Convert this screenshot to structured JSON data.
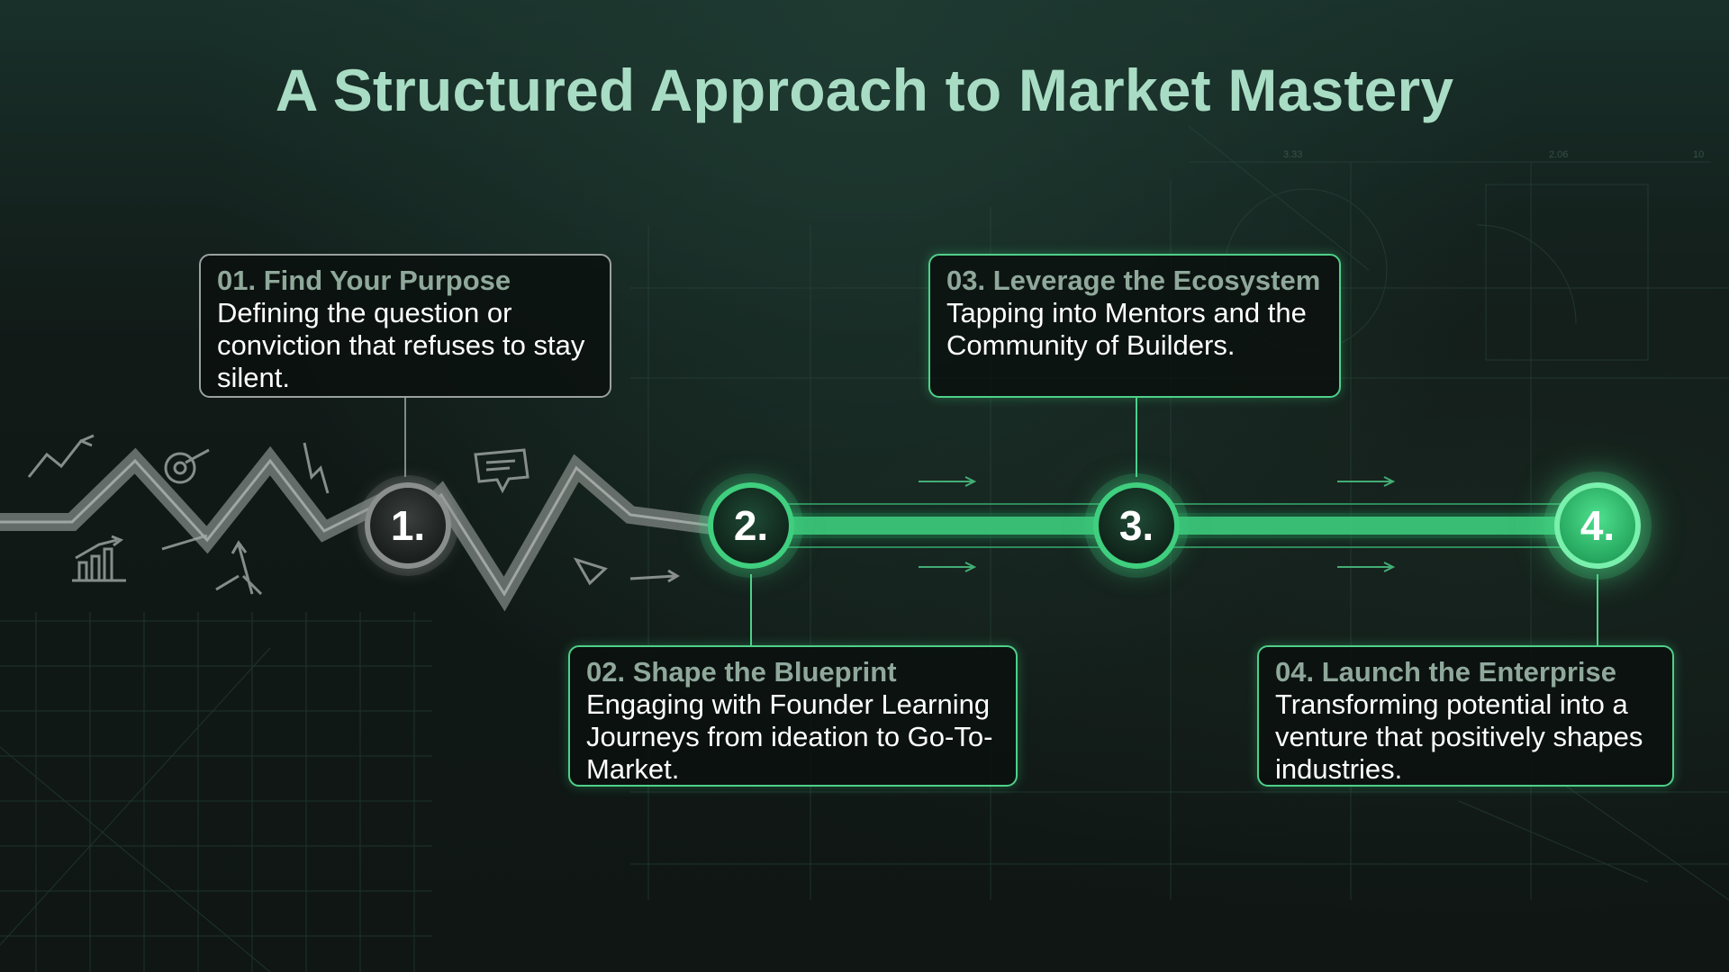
{
  "title": "A Structured Approach to Market Mastery",
  "colors": {
    "accent": "#3fcf7f",
    "title": "#a9dcc4",
    "background": "#101816",
    "inactive": "#8a8f8d"
  },
  "steps": [
    {
      "number": "1.",
      "heading": "01. Find Your Purpose",
      "description": "Defining the question or conviction that refuses to stay silent.",
      "state": "inactive"
    },
    {
      "number": "2.",
      "heading": "02. Shape the Blueprint",
      "description": "Engaging with Founder Learning Journeys from ideation to Go-To-Market.",
      "state": "active"
    },
    {
      "number": "3.",
      "heading": "03. Leverage the Ecosystem",
      "description": "Tapping into Mentors and the Community of Builders.",
      "state": "active"
    },
    {
      "number": "4.",
      "heading": "04. Launch the Enterprise",
      "description": "Transforming potential into a venture that positively shapes industries.",
      "state": "highlighted"
    }
  ],
  "decorative_icons": [
    "trend-arrow-icon",
    "target-icon",
    "bar-chart-icon",
    "speech-bubble-icon",
    "lightning-icon",
    "warning-triangle-icon",
    "direction-arrows-icon"
  ]
}
